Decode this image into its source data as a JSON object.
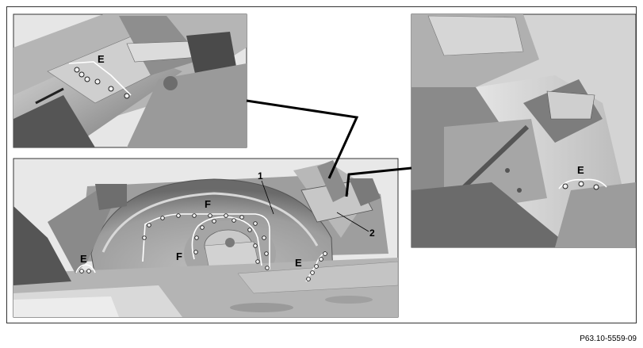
{
  "labels": {
    "part_1": "1",
    "part_2": "2",
    "detail_E": "E",
    "detail_F": "F"
  },
  "caption": "P63.10-5559-09"
}
